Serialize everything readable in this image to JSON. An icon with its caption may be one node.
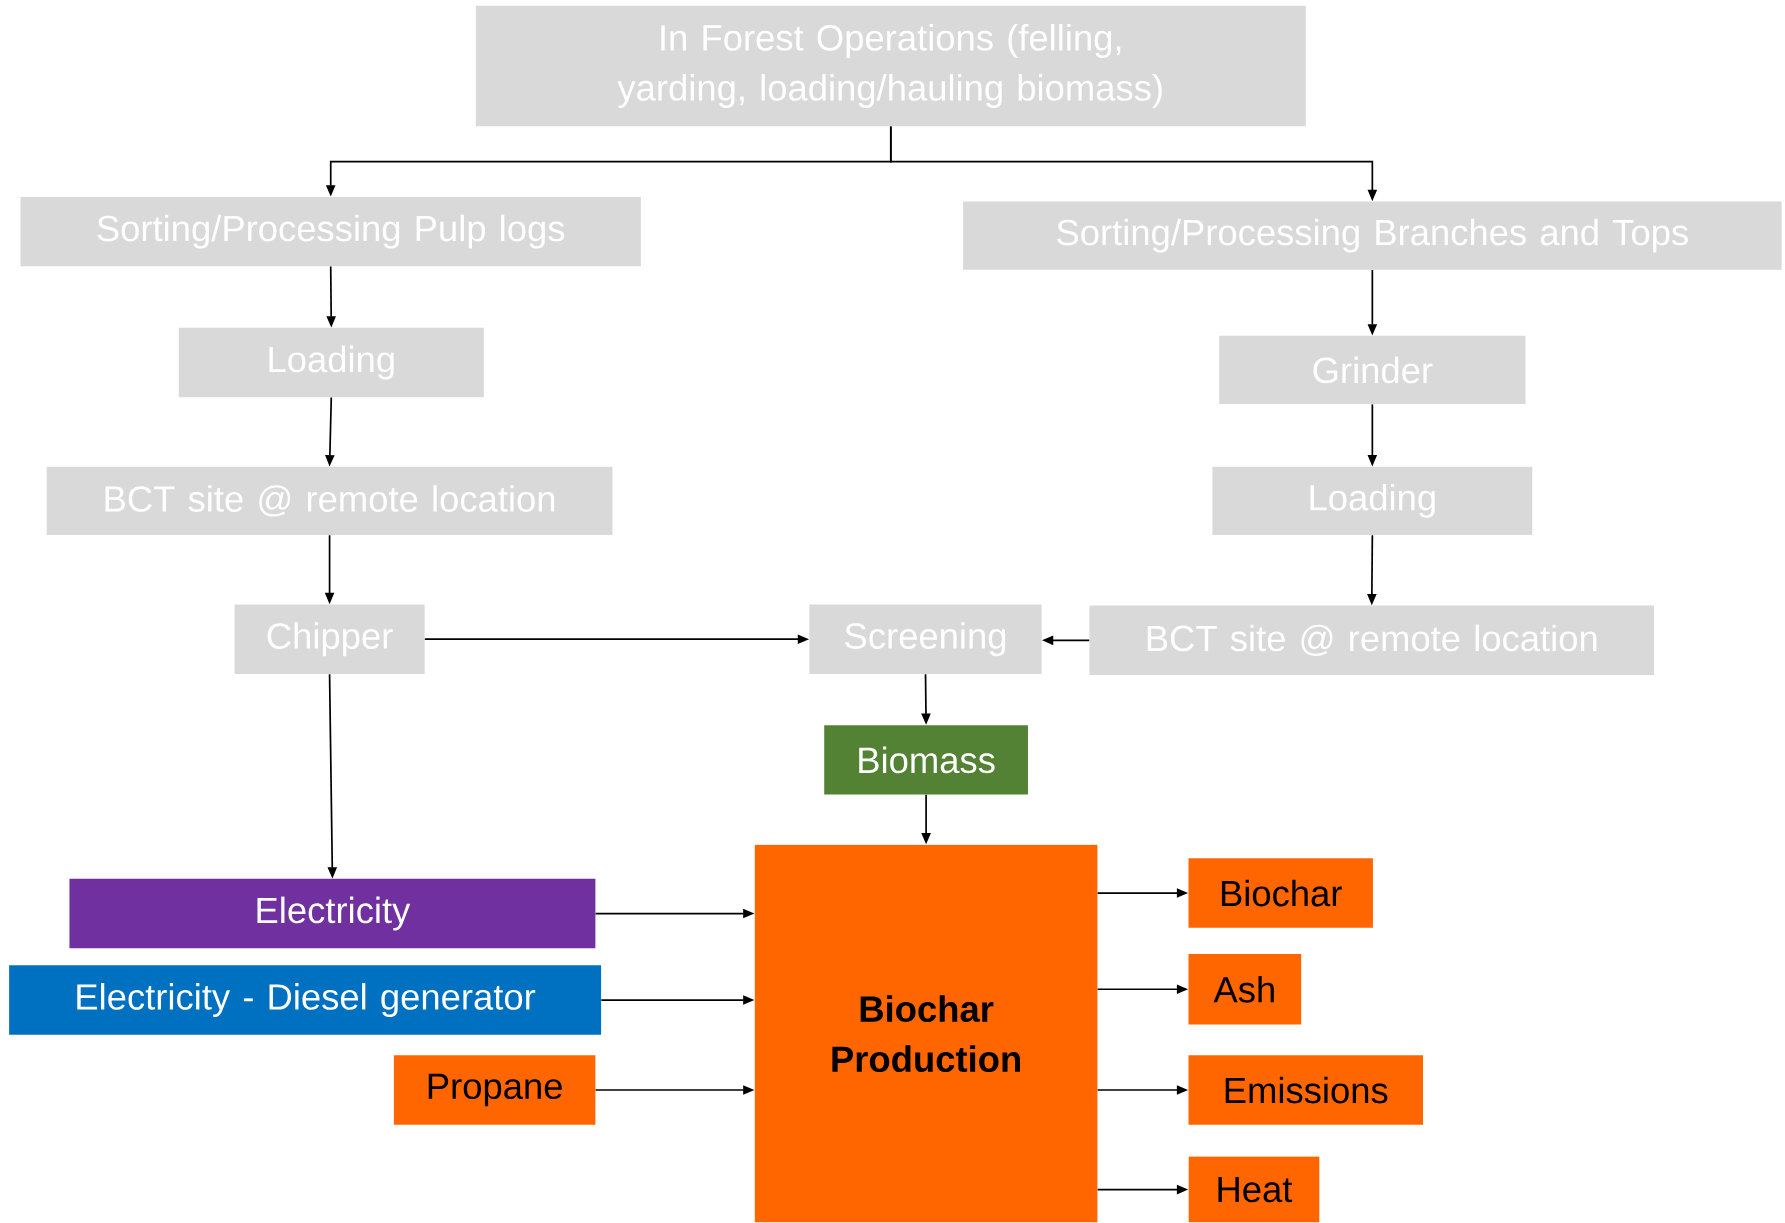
{
  "diagram": {
    "nodes": [
      {
        "text": [
          "In Forest Operations (felling, yarding, loading/hauling biomass)"
        ]
      },
      {
        "text": [
          "Sorting/Processing Pulp logs"
        ]
      },
      {
        "text": [
          "Sorting/Processing Branches and Tops"
        ]
      },
      {
        "text": [
          "Loading"
        ]
      },
      {
        "text": [
          "Grinder"
        ]
      },
      {
        "text": [
          "BCT site @ remote location"
        ]
      },
      {
        "text": [
          "Loading"
        ]
      },
      {
        "text": [
          "Chipper"
        ]
      },
      {
        "text": [
          "Screening"
        ]
      },
      {
        "text": [
          "BCT site @ remote location"
        ]
      },
      {
        "text": [
          "Biomass"
        ]
      },
      {
        "text": [
          "Electricity"
        ]
      },
      {
        "text": [
          "Electricity - Diesel generator"
        ]
      },
      {
        "text": [
          "Propane"
        ]
      },
      {
        "text": [
          "Biochar Production"
        ]
      },
      {
        "text": [
          "Biochar"
        ]
      },
      {
        "text": [
          "Ash"
        ]
      },
      {
        "text": [
          "Emissions"
        ]
      },
      {
        "text": [
          "Heat"
        ]
      }
    ],
    "edges": [
      {
        "from": 0,
        "to": 1,
        "arrow": "to"
      },
      {
        "from": 0,
        "to": 2,
        "arrow": "to"
      },
      {
        "from": 1,
        "to": 3,
        "arrow": "to"
      },
      {
        "from": 3,
        "to": 5,
        "arrow": "to"
      },
      {
        "from": 5,
        "to": 7,
        "arrow": "to"
      },
      {
        "from": 2,
        "to": 4,
        "arrow": "to"
      },
      {
        "from": 4,
        "to": 6,
        "arrow": "to"
      },
      {
        "from": 6,
        "to": 9,
        "arrow": "to"
      },
      {
        "from": 7,
        "to": 8,
        "arrow": "to"
      },
      {
        "from": 9,
        "to": 8,
        "arrow": "to"
      },
      {
        "from": 8,
        "to": 10,
        "arrow": "to"
      },
      {
        "from": 10,
        "to": 14,
        "arrow": "to"
      },
      {
        "from": 7,
        "to": 11,
        "arrow": "to"
      },
      {
        "from": 11,
        "to": 14,
        "arrow": "to"
      },
      {
        "from": 12,
        "to": 14,
        "arrow": "to"
      },
      {
        "from": 13,
        "to": 14,
        "arrow": "to"
      },
      {
        "from": 14,
        "to": 15,
        "arrow": "to"
      },
      {
        "from": 14,
        "to": 16,
        "arrow": "to"
      },
      {
        "from": 14,
        "to": 17,
        "arrow": "to"
      },
      {
        "from": 14,
        "to": 18,
        "arrow": "to"
      }
    ]
  }
}
